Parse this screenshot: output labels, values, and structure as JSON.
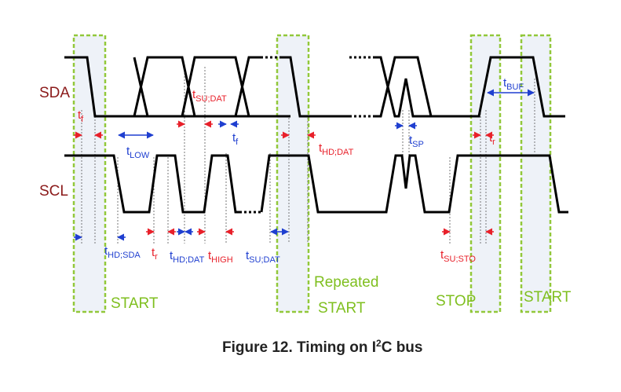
{
  "signals": {
    "sda": "SDA",
    "scl": "SCL"
  },
  "conditions": {
    "start": "START",
    "repeated": "Repeated",
    "repeated_start": "START",
    "stop": "STOP",
    "start2": "START"
  },
  "timings": {
    "tf_sda": {
      "main": "t",
      "sub": "f"
    },
    "tlow": {
      "main": "t",
      "sub": "LOW"
    },
    "tsu_dat": {
      "main": "t",
      "sub": "SU;DAT"
    },
    "tf_2": {
      "main": "t",
      "sub": "f"
    },
    "thd_dat_top": {
      "main": "t",
      "sub": "HD;DAT"
    },
    "tsp": {
      "main": "t",
      "sub": "SP"
    },
    "tr_top": {
      "main": "t",
      "sub": "r"
    },
    "tbuf": {
      "main": "t",
      "sub": "BUF"
    },
    "thd_sda": {
      "main": "t",
      "sub": "HD;SDA"
    },
    "tr_bottom": {
      "main": "t",
      "sub": "r"
    },
    "thd_dat_bottom": {
      "main": "t",
      "sub": "HD;DAT"
    },
    "thigh": {
      "main": "t",
      "sub": "HIGH"
    },
    "tsu_dat_bottom": {
      "main": "t",
      "sub": "SU;DAT"
    },
    "tsu_sto": {
      "main": "t",
      "sub": "SU;STO"
    }
  },
  "caption": {
    "pre": "Figure 12. Timing on I",
    "sup": "2",
    "post": "C bus"
  },
  "colors": {
    "red": "#e8202a",
    "blue": "#1f3fd0",
    "green": "#7fbf1f",
    "signal_label": "#8b1a1a"
  }
}
